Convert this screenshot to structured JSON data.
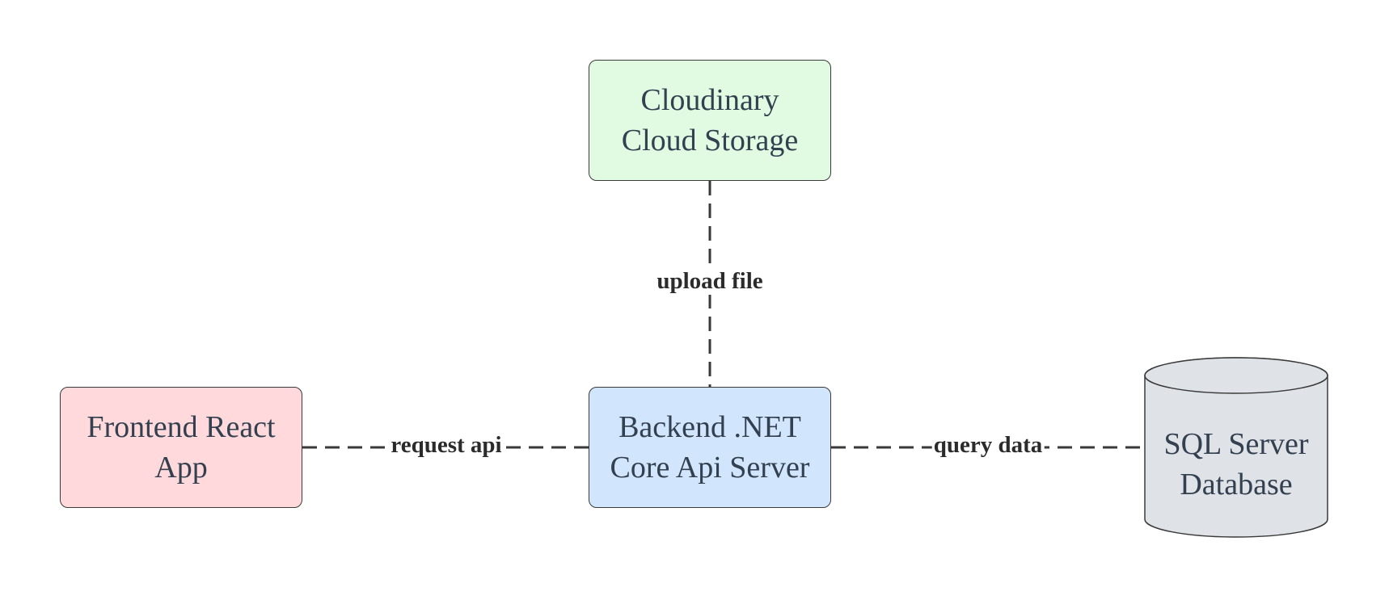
{
  "nodes": {
    "cloud": {
      "label": "Cloudinary\nCloud Storage",
      "fill": "#e1fbe3"
    },
    "frontend": {
      "label": "Frontend React\nApp",
      "fill": "#ffd9db"
    },
    "backend": {
      "label": "Backend .NET\nCore Api Server",
      "fill": "#d1e5fd"
    },
    "database": {
      "label": "SQL Server\nDatabase",
      "fill": "#dfe3e8"
    }
  },
  "edges": {
    "upload": {
      "label": "upload file",
      "style": "dashed"
    },
    "request": {
      "label": "request api",
      "style": "dashed"
    },
    "query": {
      "label": "query data",
      "style": "dashed"
    }
  },
  "colors": {
    "stroke": "#3a3a3a",
    "text": "#33404f"
  }
}
